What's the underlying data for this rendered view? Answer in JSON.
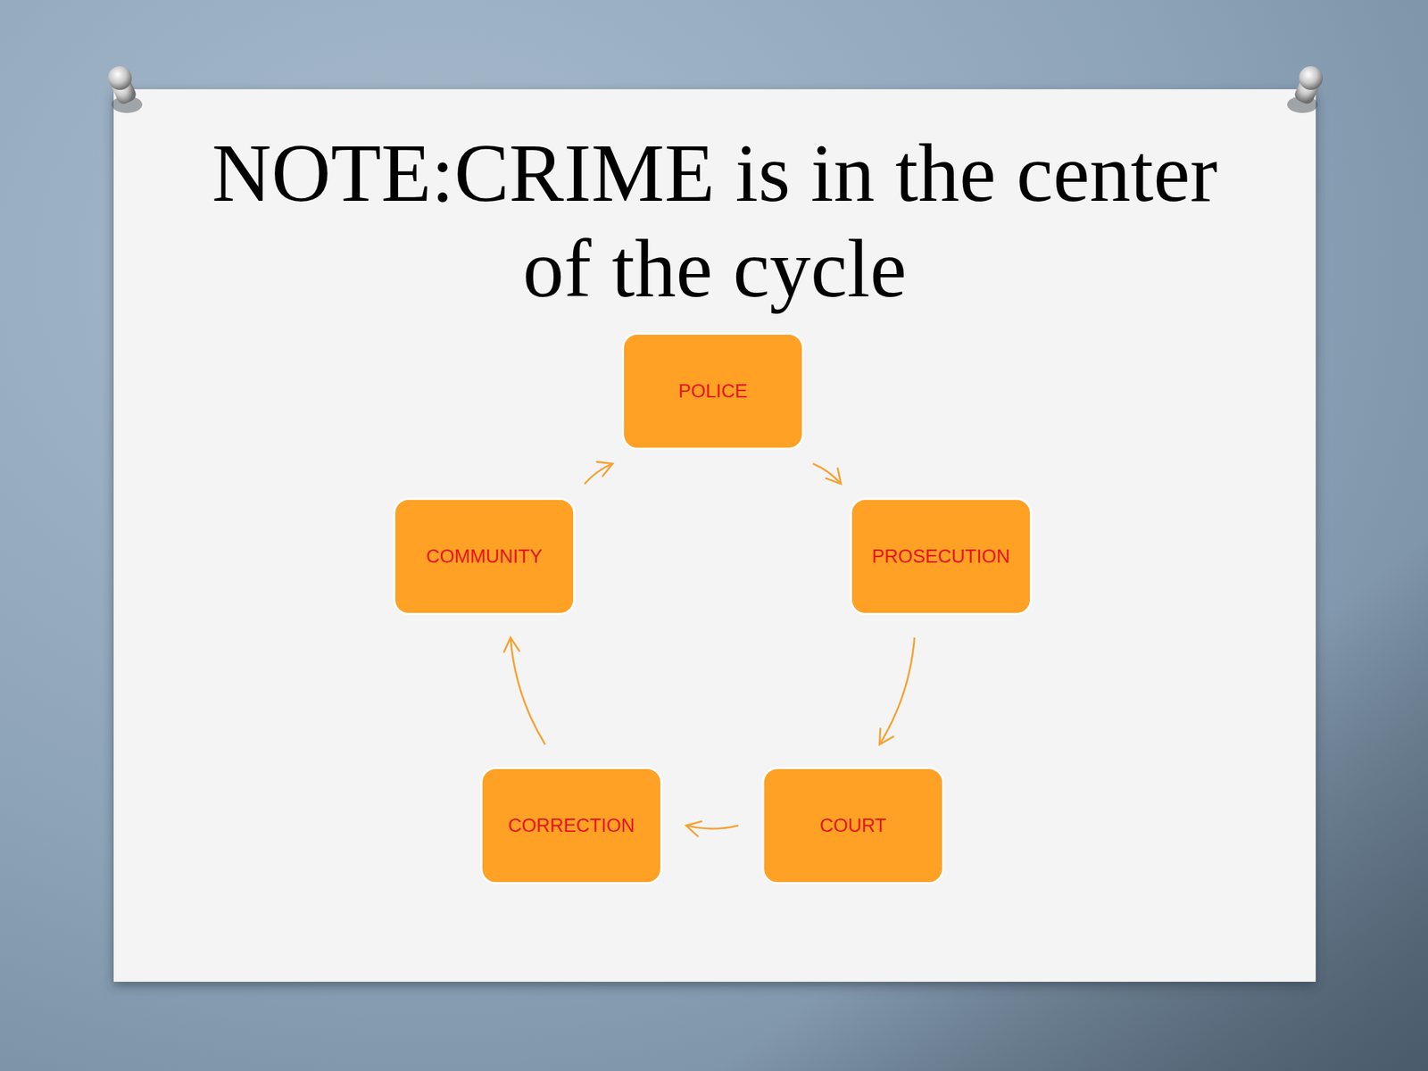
{
  "diagram": {
    "title": "NOTE:CRIME is in the center of the cycle",
    "nodes": [
      {
        "text": [
          "POLICE"
        ]
      },
      {
        "text": [
          "COMMUNITY"
        ]
      },
      {
        "text": [
          "PROSECUTION"
        ]
      },
      {
        "text": [
          "CORRECTION"
        ]
      },
      {
        "text": [
          "COURT"
        ]
      }
    ],
    "edges": [
      {
        "from": 0,
        "to": 2,
        "arrow": "to"
      },
      {
        "from": 2,
        "to": 4,
        "arrow": "to"
      },
      {
        "from": 4,
        "to": 3,
        "arrow": "to"
      },
      {
        "from": 3,
        "to": 1,
        "arrow": "to"
      },
      {
        "from": 1,
        "to": 0,
        "arrow": "to"
      }
    ]
  }
}
